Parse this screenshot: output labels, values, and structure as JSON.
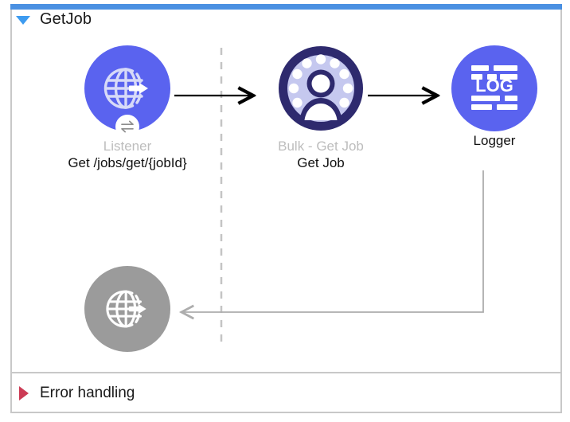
{
  "window": {
    "accent_color": "#4a90e2",
    "border_color": "#c8c8c8",
    "background": "#ffffff"
  },
  "flow": {
    "title": "GetJob",
    "expanded": true,
    "toggle_icon": "triangle-down-icon",
    "toggle_color": "#3d9bf0"
  },
  "error_section": {
    "title": "Error handling",
    "expanded": false,
    "toggle_icon": "triangle-right-icon",
    "toggle_color": "#cc3b55"
  },
  "canvas": {
    "source_boundary": {
      "icon": "dashed-vertical-divider",
      "color": "#c4c4c4",
      "style": "dashed"
    },
    "nodes": [
      {
        "id": "listener",
        "icon": "globe-arrow-icon",
        "badge_icon": "bidirectional-arrows-icon",
        "circle_color": "#5a63ef",
        "type_label": "Listener",
        "name_label": "Get /jobs/get/{jobId}"
      },
      {
        "id": "get-job",
        "icon": "salesforce-person-icon",
        "circle_color": "#2e2a6e",
        "type_label": "Bulk - Get Job",
        "name_label": "Get Job"
      },
      {
        "id": "logger",
        "icon": "log-document-icon",
        "icon_text": "LOG",
        "circle_color": "#5a63ef",
        "type_label": "",
        "name_label": "Logger"
      },
      {
        "id": "error-response",
        "icon": "globe-arrow-icon",
        "circle_color": "#9b9b9b",
        "type_label": "",
        "name_label": ""
      }
    ],
    "connectors": [
      {
        "id": "listener-to-getjob",
        "from": "listener",
        "to": "get-job",
        "color": "#000000",
        "style": "solid"
      },
      {
        "id": "getjob-to-logger",
        "from": "get-job",
        "to": "logger",
        "color": "#000000",
        "style": "solid"
      },
      {
        "id": "logger-to-error-response",
        "from": "logger",
        "to": "error-response",
        "color": "#adadad",
        "style": "solid"
      }
    ]
  }
}
